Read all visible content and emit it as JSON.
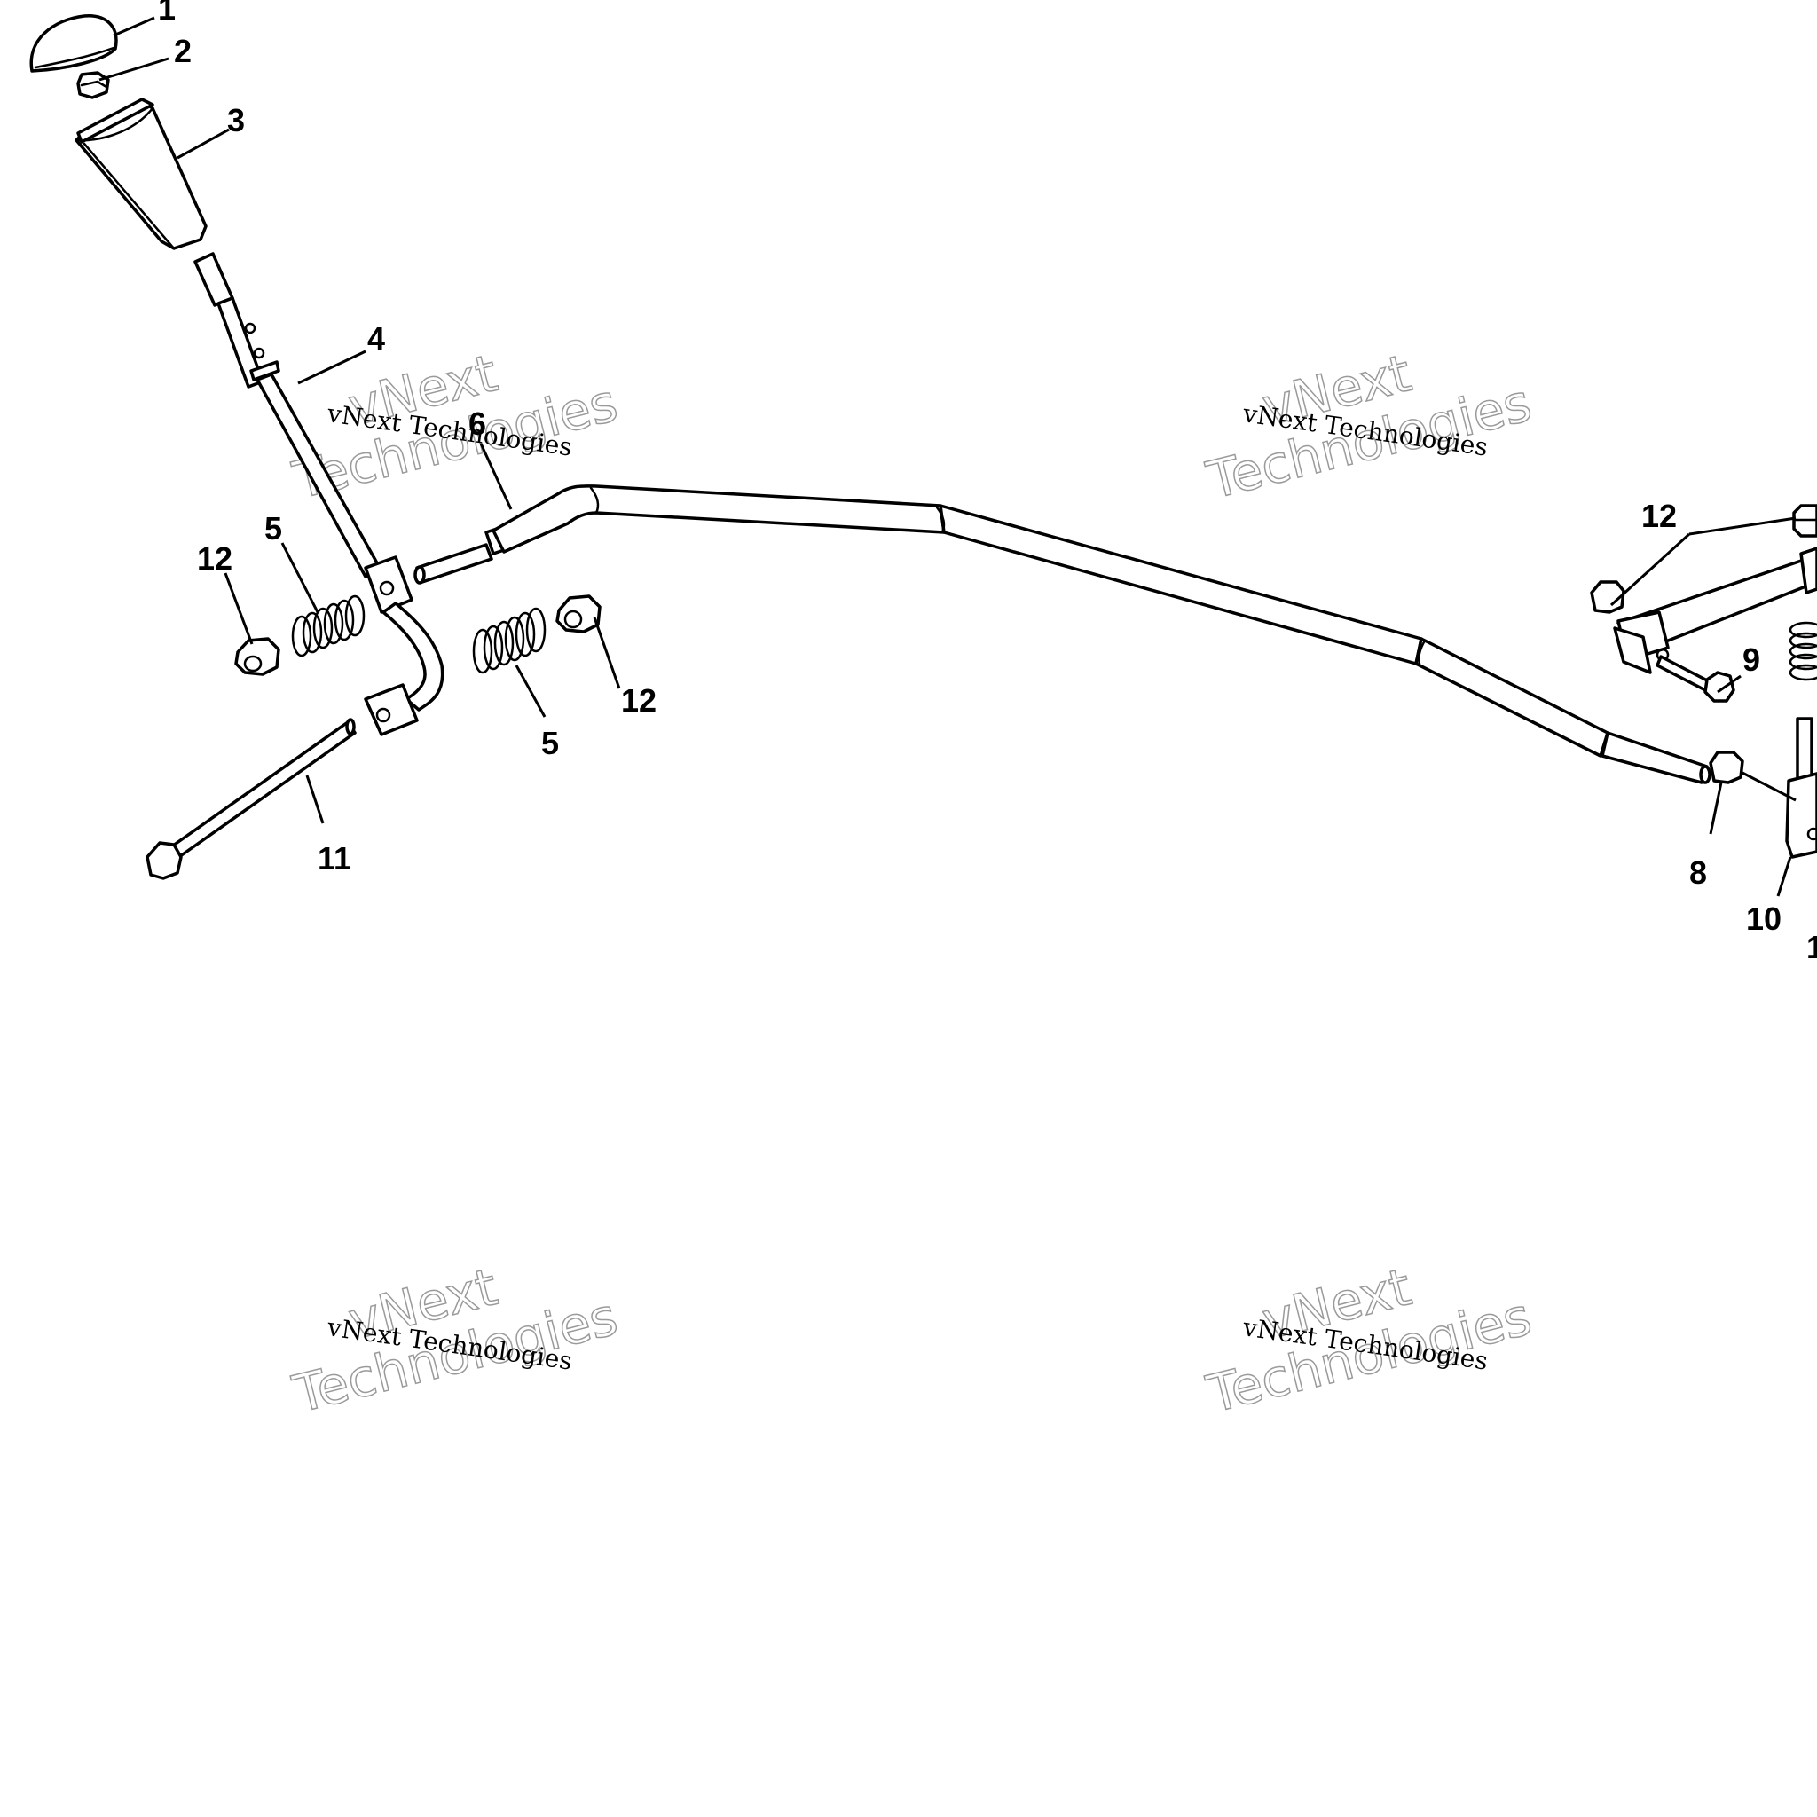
{
  "callouts": [
    {
      "id": "c1",
      "text": "1"
    },
    {
      "id": "c2",
      "text": "2"
    },
    {
      "id": "c3",
      "text": "3"
    },
    {
      "id": "c4",
      "text": "4"
    },
    {
      "id": "c5a",
      "text": "5"
    },
    {
      "id": "c5b",
      "text": "5"
    },
    {
      "id": "c6",
      "text": "6"
    },
    {
      "id": "c8",
      "text": "8"
    },
    {
      "id": "c9",
      "text": "9"
    },
    {
      "id": "c10",
      "text": "10"
    },
    {
      "id": "c11",
      "text": "11"
    },
    {
      "id": "c12a",
      "text": "12"
    },
    {
      "id": "c12b",
      "text": "12"
    },
    {
      "id": "c12c",
      "text": "12"
    },
    {
      "id": "c1r",
      "text": "1"
    }
  ],
  "watermark": {
    "line_small": "vNext Technologies",
    "line_big_1": "vNext",
    "line_big_2": "Technologies"
  }
}
